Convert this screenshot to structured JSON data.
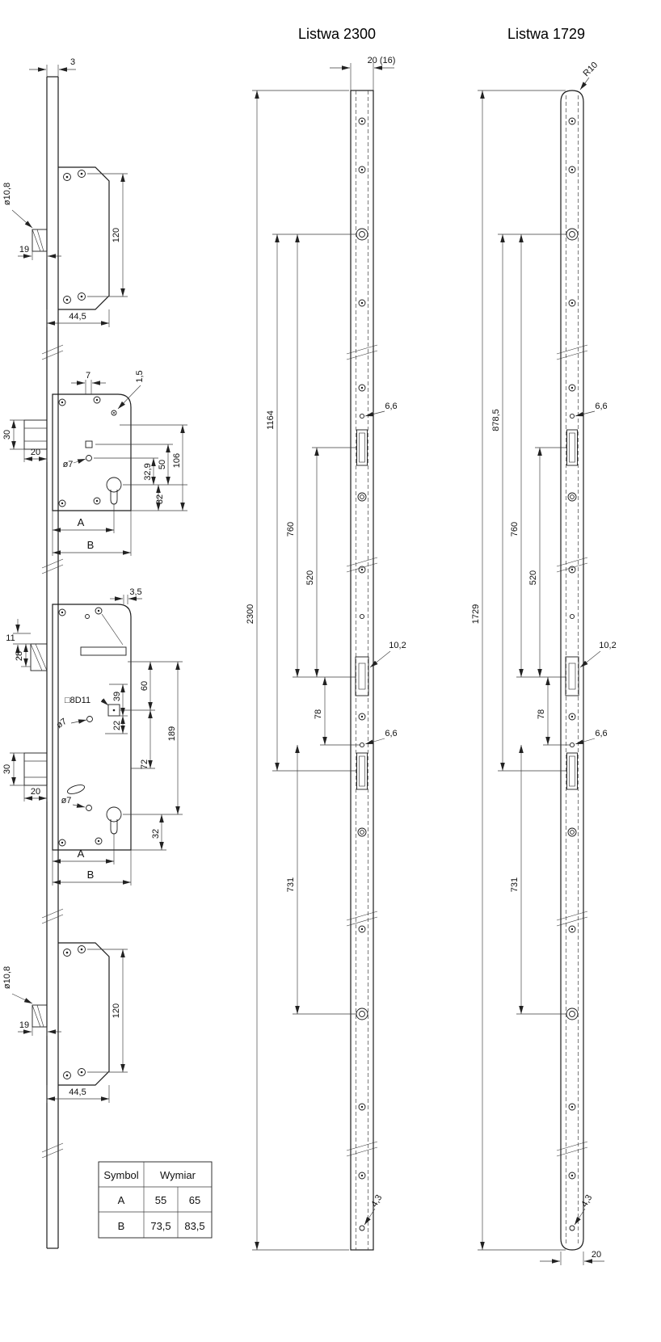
{
  "titles": {
    "strip_2300": "Listwa 2300",
    "strip_1729": "Listwa 1729"
  },
  "left_view": {
    "plate_thickness": "3",
    "top_case": {
      "hole_dia": "ø10,8",
      "latch_depth": "19",
      "height": "120",
      "width": "44,5"
    },
    "mid_case": {
      "offset_7": "7",
      "offset_1_5": "1,5",
      "bolt_height": "30",
      "bolt_depth": "20",
      "hole_dia": "ø7",
      "dim_32_9": "32,9",
      "dim_50": "50",
      "dim_106": "106",
      "dim_32": "32",
      "backset": "A",
      "depth": "B"
    },
    "low_case": {
      "offset_3_5": "3,5",
      "dim_11": "11",
      "dim_28": "28",
      "dim_39": "39",
      "dim_60": "60",
      "spindle": "□8D11",
      "hole_dia_1": "ø7",
      "dim_22": "22",
      "dim_189": "189",
      "dim_72": "72",
      "bolt_height": "30",
      "bolt_depth": "20",
      "hole_dia_2": "ø7",
      "dim_32": "32",
      "backset": "A",
      "depth": "B"
    },
    "bottom_case": {
      "hole_dia": "ø10,8",
      "latch_depth": "19",
      "height": "120",
      "width": "44,5"
    }
  },
  "strip_2300": {
    "width": "20 (16)",
    "length": "2300",
    "dim_1164": "1164",
    "dim_760": "760",
    "dim_520": "520",
    "dim_78": "78",
    "dim_731": "731",
    "hole_upper": "6,6",
    "slot": "10,2",
    "hole_lower": "6,6",
    "hole_bottom": "4,3"
  },
  "strip_1729": {
    "end_radius": "R10",
    "length": "1729",
    "dim_878_5": "878,5",
    "dim_760": "760",
    "dim_520": "520",
    "dim_78": "78",
    "dim_731": "731",
    "hole_upper": "6,6",
    "slot": "10,2",
    "hole_lower": "6,6",
    "hole_bottom": "4,3",
    "width": "20"
  },
  "table": {
    "header_symbol": "Symbol",
    "header_wymiar": "Wymiar",
    "rows": [
      {
        "symbol": "A",
        "val1": "55",
        "val2": "65"
      },
      {
        "symbol": "B",
        "val1": "73,5",
        "val2": "83,5"
      }
    ]
  }
}
